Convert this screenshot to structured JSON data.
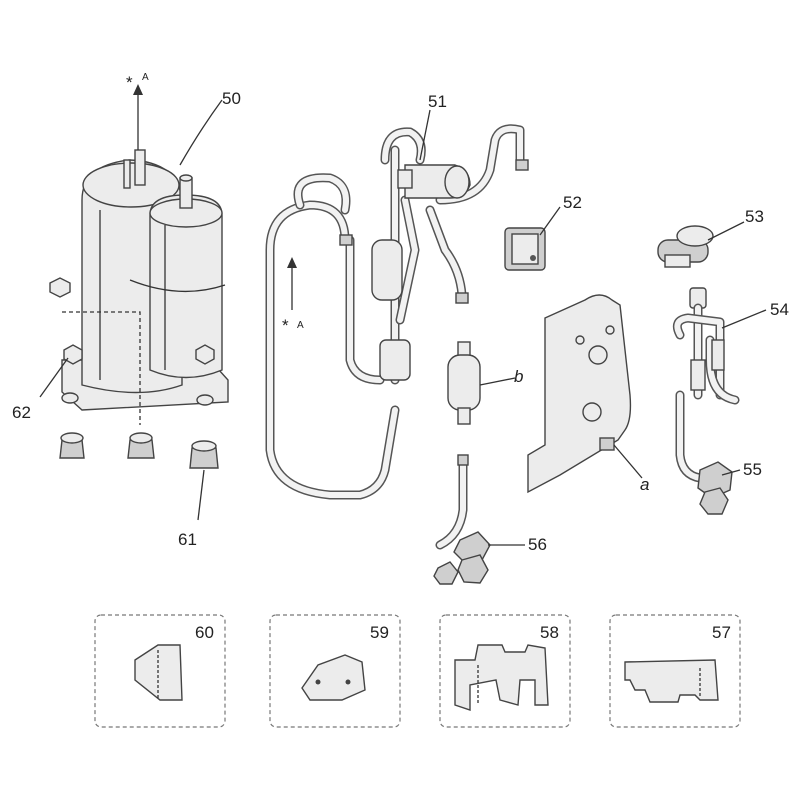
{
  "callouts": {
    "p50": "50",
    "p51": "51",
    "p52": "52",
    "p53": "53",
    "p54": "54",
    "p55": "55",
    "p56": "56",
    "p57": "57",
    "p58": "58",
    "p59": "59",
    "p60": "60",
    "p61": "61",
    "p62": "62",
    "a": "a",
    "b": "b"
  },
  "markers": {
    "star_top": "*",
    "star_top_sub": "A",
    "star_mid": "*",
    "star_mid_sub": "A"
  }
}
